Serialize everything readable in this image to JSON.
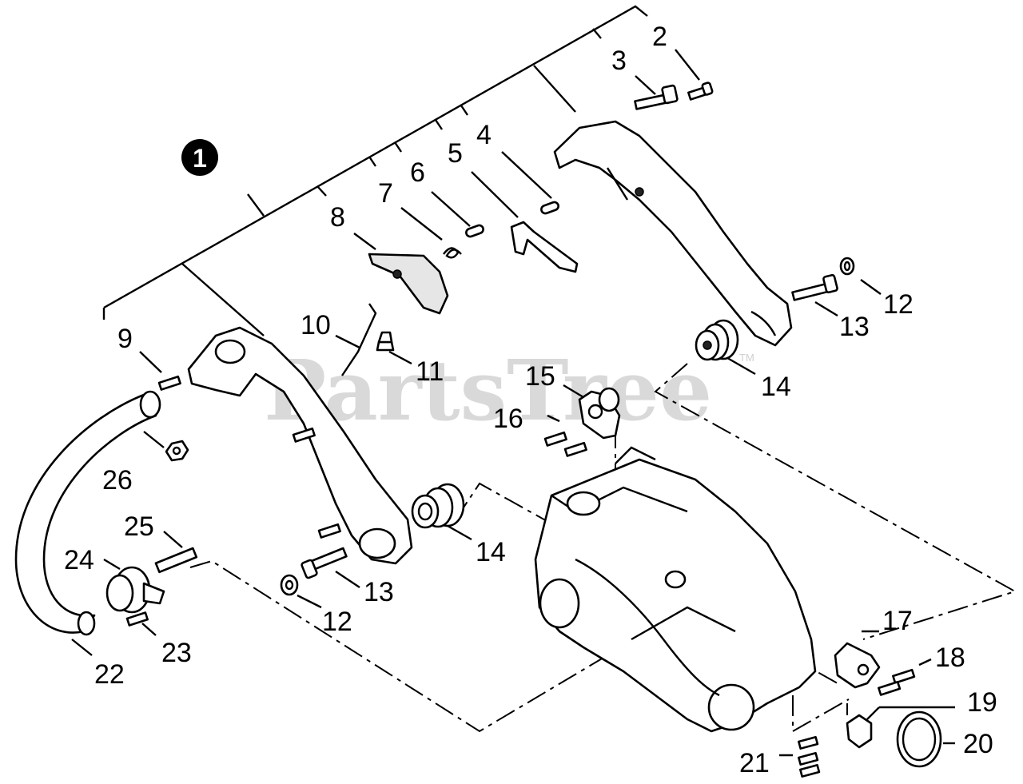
{
  "watermark": {
    "text": "PartsTree",
    "trademark": "TM"
  },
  "assembly_badge": "1",
  "callouts": [
    "2",
    "3",
    "4",
    "5",
    "6",
    "7",
    "8",
    "9",
    "10",
    "11",
    "12",
    "12",
    "13",
    "13",
    "14",
    "14",
    "15",
    "16",
    "17",
    "18",
    "19",
    "20",
    "21",
    "22",
    "23",
    "24",
    "25",
    "26"
  ]
}
